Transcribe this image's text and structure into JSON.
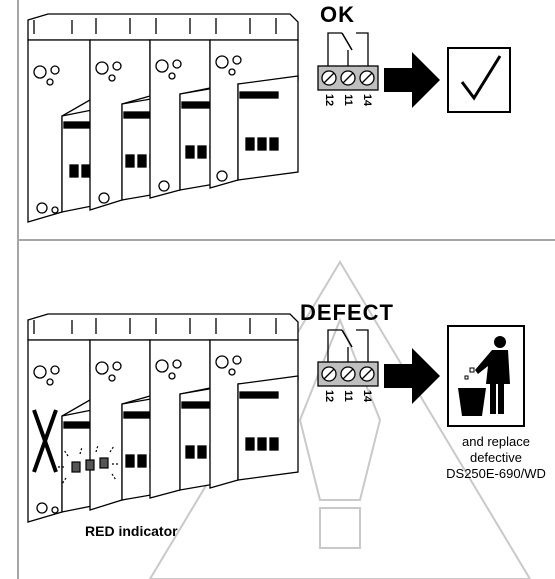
{
  "panels": {
    "ok": {
      "status_label": "OK",
      "terminals": [
        "12",
        "11",
        "14"
      ],
      "result_icon": "check-mark-icon"
    },
    "defect": {
      "status_label": "DEFECT",
      "terminals": [
        "12",
        "11",
        "14"
      ],
      "indicator_label": "RED indicator",
      "action_icon": "trash-bin-person-icon",
      "action_line1": "and replace",
      "action_line2": "defective",
      "action_line3": "DS250E-690/WD"
    }
  },
  "colors": {
    "frame": "#a6a6a6",
    "module_fill": "#ffffff",
    "terminal_block": "#bfbfbf",
    "ink": "#000000",
    "watermark": "#c9c9c9"
  }
}
